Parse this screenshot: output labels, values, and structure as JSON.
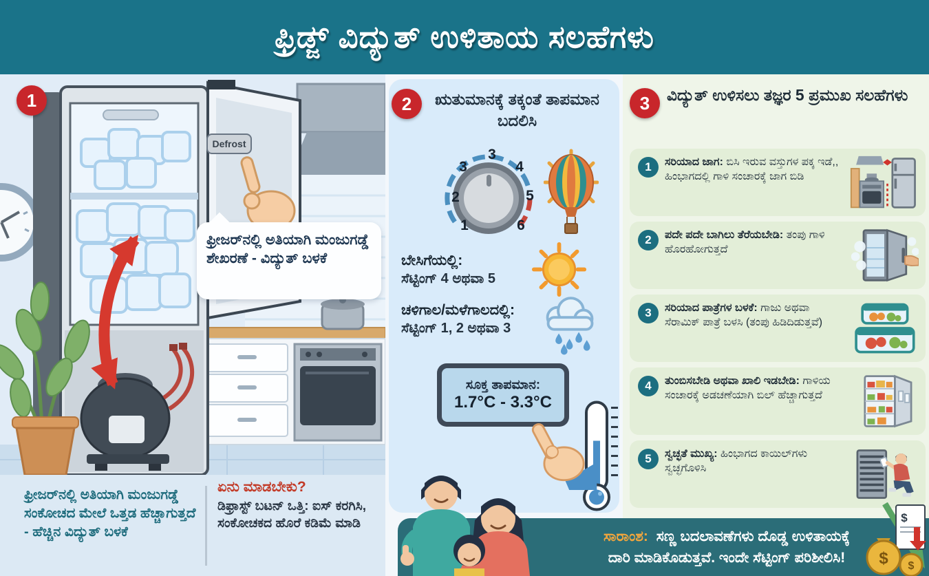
{
  "header": {
    "title": "ಫ್ರಿಡ್ಜ್ ವಿದ್ಯುತ್ ಉಳಿತಾಯ ಸಲಹೆಗಳು"
  },
  "section1": {
    "badge": "1",
    "defrost_button": "Defrost",
    "speech_bubble": "ಫ್ರೀಜರ್‌ನಲ್ಲಿ ಅತಿಯಾಗಿ ಮಂಜುಗಡ್ಡೆ ಶೇಖರಣೆ - ವಿದ್ಯುತ್ ಬಳಕೆ",
    "note_problem": "ಫ್ರೀಜರ್‌ನಲ್ಲಿ ಅತಿಯಾಗಿ ಮಂಜುಗಡ್ಡೆ ಸಂಕೋಚದ ಮೇಲೆ ಒತ್ತಡ ಹೆಚ್ಚಾಗುತ್ತದೆ - ಹೆಚ್ಚಿನ ವಿದ್ಯುತ್ ಬಳಕೆ",
    "note_action_title": "ಏನು ಮಾಡಬೇಕು?",
    "note_action_text": "ಡಿಫ್ರಾಸ್ಟ್ ಬಟನ್ ಒತ್ತಿ: ಐಸ್ ಕರಗಿಸಿ, ಸಂಕೋಚಕದ ಹೊರೆ ಕಡಿಮೆ ಮಾಡಿ"
  },
  "section2": {
    "badge": "2",
    "title": "ಋತುಮಾನಕ್ಕೆ ತಕ್ಕಂತೆ ತಾಪಮಾನ ಬದಲಿಸಿ",
    "dial_labels": [
      "1",
      "2",
      "3",
      "3",
      "4",
      "5",
      "6"
    ],
    "summer_label": "ಬೇಸಿಗೆಯಲ್ಲಿ:",
    "summer_setting": "ಸೆಟ್ಟಿಂಗ್ 4 ಅಥವಾ 5",
    "winter_label": "ಚಳಿಗಾಲ/ಮಳೆಗಾಲದಲ್ಲಿ:",
    "winter_setting": "ಸೆಟ್ಟಿಂಗ್ 1, 2 ಅಥವಾ 3",
    "display_label": "ಸೂಕ್ತ ತಾಪಮಾನ:",
    "display_value": "1.7°C - 3.3°C"
  },
  "section3": {
    "badge": "3",
    "title": "ವಿದ್ಯುತ್ ಉಳಿಸಲು ತಜ್ಞರ 5 ಪ್ರಮುಖ ಸಲಹೆಗಳು",
    "tips": [
      {
        "num": "1",
        "lead": "ಸರಿಯಾದ ಜಾಗ:",
        "text": "ಬಿಸಿ ಇರುವ ವಸ್ತುಗಳ ಪಕ್ಕ ಇಡೆ,, ಹಿಂಭಾಗದಲ್ಲಿ ಗಾಳಿ ಸಂಚಾರಕ್ಕೆ ಜಾಗ ಬಿಡಿ"
      },
      {
        "num": "2",
        "lead": "ಪದೇ ಪದೇ ಬಾಗಿಲು ತೆರೆಯಬೇಡಿ:",
        "text": "ತಂಪು ಗಾಳಿ ಹೊರಹೋಗುತ್ತದೆ"
      },
      {
        "num": "3",
        "lead": "ಸರಿಯಾದ ಪಾತ್ರೆಗಳ ಬಳಕೆ:",
        "text": "ಗಾಜು ಅಥವಾ ಸೆರಾಮಿಕ್ ಪಾತ್ರೆ ಬಳಸಿ (ತಂಪು ಹಿಡಿದಿಡುತ್ತವೆ)"
      },
      {
        "num": "4",
        "lead": "ತುಂಬಿಸಬೇಡಿ ಅಥವಾ ಖಾಲಿ ಇಡಬೇಡಿ:",
        "text": "ಗಾಳಿಯ ಸಂಚಾರಕ್ಕೆ ಅಡಚಣೆಯಾಗಿ ಬಿಲ್ ಹೆಚ್ಚಾಗುತ್ತದೆ"
      },
      {
        "num": "5",
        "lead": "ಸ್ವಚ್ಛತೆ ಮುಖ್ಯ:",
        "text": "ಹಿಂಭಾಗದ ಕಾಯಿಲ್‌ಗಳು ಸ್ವಚ್ಛಗೊಳಿಸಿ"
      }
    ]
  },
  "summary": {
    "label": "ಸಾರಾಂಶ:",
    "text": "ಸಣ್ಣ ಬದಲಾವಣೆಗಳು ದೊಡ್ಡ ಉಳಿತಾಯಕ್ಕೆ ದಾರಿ ಮಾಡಿಕೊಡುತ್ತವೆ. ಇಂದೇ ಸೆಟ್ಟಿಂಗ್ ಪರಿಶೀಲಿಸಿ!",
    "money_symbol": "$"
  },
  "colors": {
    "header_teal": "#1a7389",
    "summary_teal": "#2b6d78",
    "badge_red": "#c8262b",
    "tip_circle_teal": "#1c6e80",
    "accent_orange": "#f2a63d",
    "left_panel_bg": "#dce9f4",
    "middle_card_bg": "#d9ebfa",
    "right_panel_bg": "#eff5e9",
    "tip_box_bg": "#e3eed8",
    "note_teal_text": "#1d6b7c",
    "heading_red": "#c23a27",
    "arrow_red": "#d6392e"
  }
}
